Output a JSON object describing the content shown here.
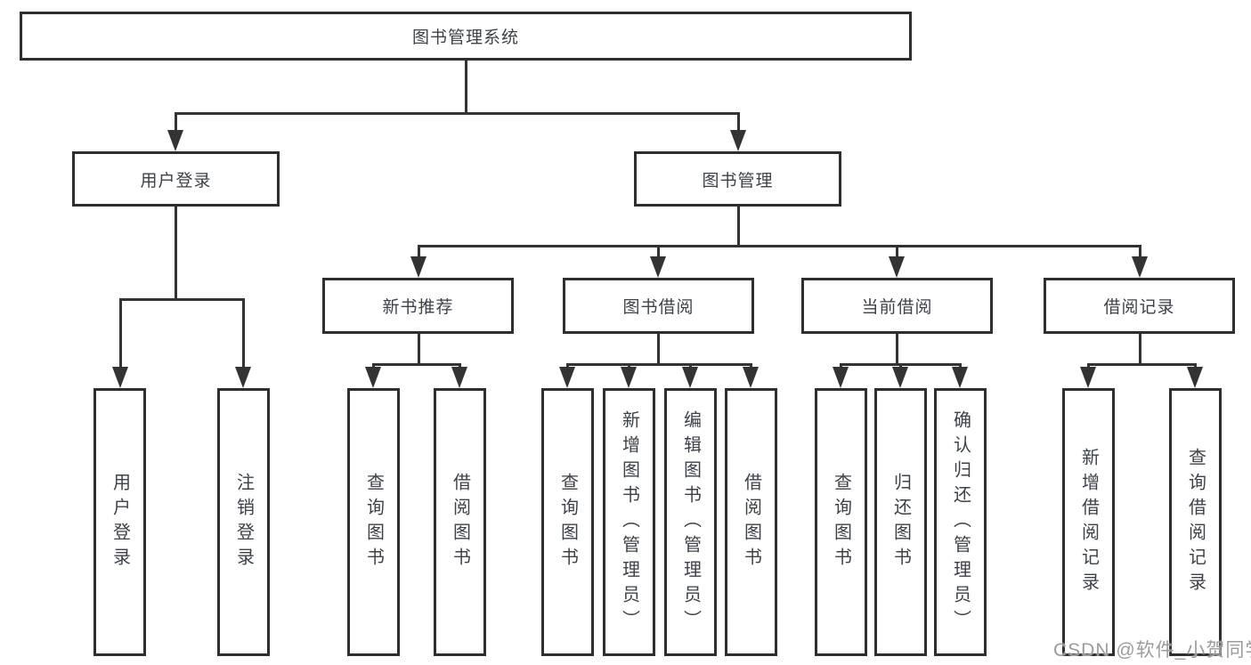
{
  "diagram": {
    "nodes": {
      "root": {
        "label": "图书管理系统"
      },
      "user_login": {
        "label": "用户登录"
      },
      "book_mgmt": {
        "label": "图书管理"
      },
      "new_book_rec": {
        "label": "新书推荐"
      },
      "book_borrow": {
        "label": "图书借阅"
      },
      "current_borrow": {
        "label": "当前借阅"
      },
      "borrow_record": {
        "label": "借阅记录"
      },
      "leaf_user_login": {
        "label": "用户登录"
      },
      "leaf_logout": {
        "label": "注销登录"
      },
      "leaf_query_book_rec": {
        "label": "查询图书"
      },
      "leaf_borrow_book_rec": {
        "label": "借阅图书"
      },
      "leaf_query_book_borrow": {
        "label": "查询图书"
      },
      "leaf_add_book": {
        "label": "新增图书（管理员）"
      },
      "leaf_edit_book": {
        "label": "编辑图书（管理员）"
      },
      "leaf_borrow_book": {
        "label": "借阅图书"
      },
      "leaf_query_book_current": {
        "label": "查询图书"
      },
      "leaf_return_book": {
        "label": "归还图书"
      },
      "leaf_confirm_return": {
        "label": "确认归还（管理员）"
      },
      "leaf_add_borrow_record": {
        "label": "新增借阅记录"
      },
      "leaf_query_borrow_record": {
        "label": "查询借阅记录"
      }
    }
  },
  "watermark": {
    "text": "CSDN @软件_小贺同学"
  },
  "colors": {
    "line": "#333333",
    "box_border": "#2e2e2e",
    "text": "#3d4249",
    "watermark": "#9c9c9c",
    "background": "#ffffff"
  }
}
